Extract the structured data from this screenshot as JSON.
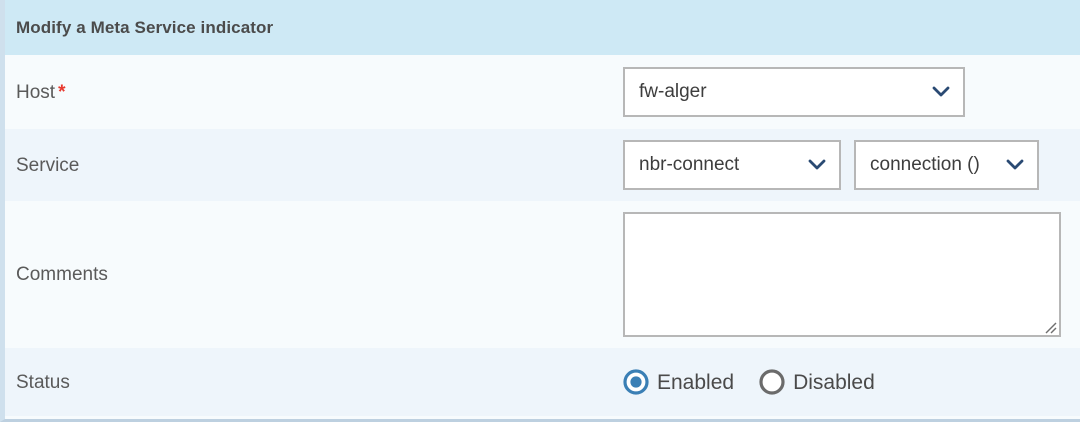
{
  "panel": {
    "title": "Modify a Meta Service indicator"
  },
  "colors": {
    "header_bg": "#cee9f5",
    "row_bg_odd": "#f7fbfd",
    "row_bg_even": "#eef5fb",
    "left_border": "#cfe0ed",
    "bottom_border": "#bdd0e0",
    "required_asterisk": "#e8392f",
    "chevron": "#2a4a73",
    "radio_selected": "#3a7fb5",
    "radio_unselected": "#6b6b6b",
    "input_border": "#b7b7b7",
    "label_text": "#5a5a5a"
  },
  "rows": {
    "host": {
      "label": "Host",
      "required_mark": "*",
      "select": {
        "value": "fw-alger",
        "icon": "chevron-down-icon"
      }
    },
    "service": {
      "label": "Service",
      "select_service": {
        "value": "nbr-connect",
        "icon": "chevron-down-icon"
      },
      "select_metric": {
        "value": "connection ()",
        "icon": "chevron-down-icon"
      }
    },
    "comments": {
      "label": "Comments",
      "textarea": {
        "value": "",
        "placeholder": ""
      },
      "resize_grip_icon": "resize-grip-icon"
    },
    "status": {
      "label": "Status",
      "options": [
        {
          "label": "Enabled",
          "selected": true
        },
        {
          "label": "Disabled",
          "selected": false
        }
      ]
    }
  }
}
